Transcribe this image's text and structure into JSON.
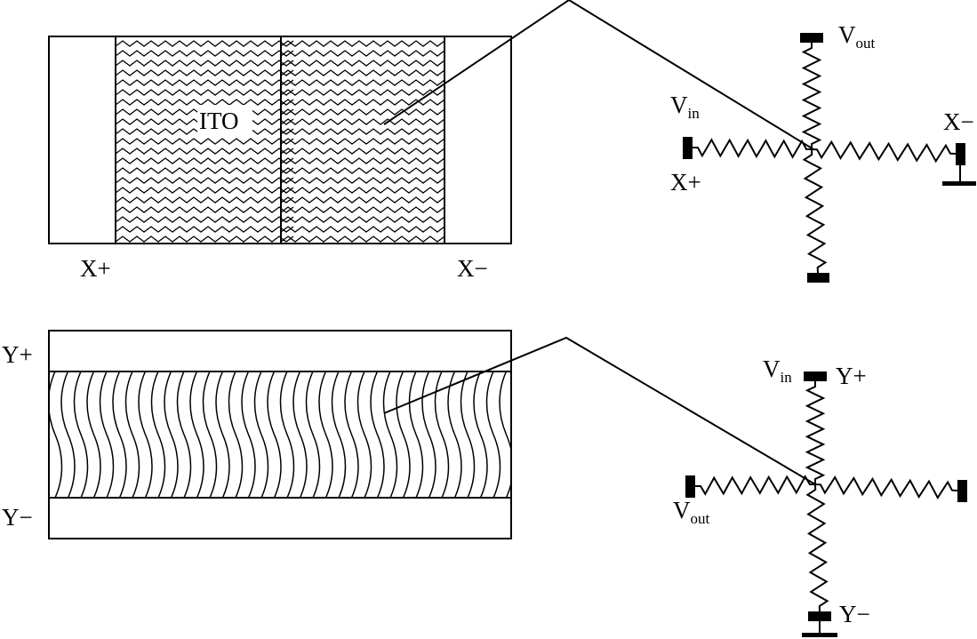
{
  "colors": {
    "ink": "#000000",
    "background": "#ffffff"
  },
  "top_panel": {
    "center_label": "ITO",
    "left_electrode": "X+",
    "right_electrode": "X−"
  },
  "bottom_panel": {
    "top_electrode": "Y+",
    "bottom_electrode": "Y−"
  },
  "top_circuit": {
    "vout_main": "V",
    "vout_sub": "out",
    "vin_main": "V",
    "vin_sub": "in",
    "left_terminal": "X+",
    "right_terminal": "X−"
  },
  "bottom_circuit": {
    "vin_main": "V",
    "vin_sub": "in",
    "top_terminal": "Y+",
    "vout_main": "V",
    "vout_sub": "out",
    "bottom_terminal": "Y−"
  }
}
